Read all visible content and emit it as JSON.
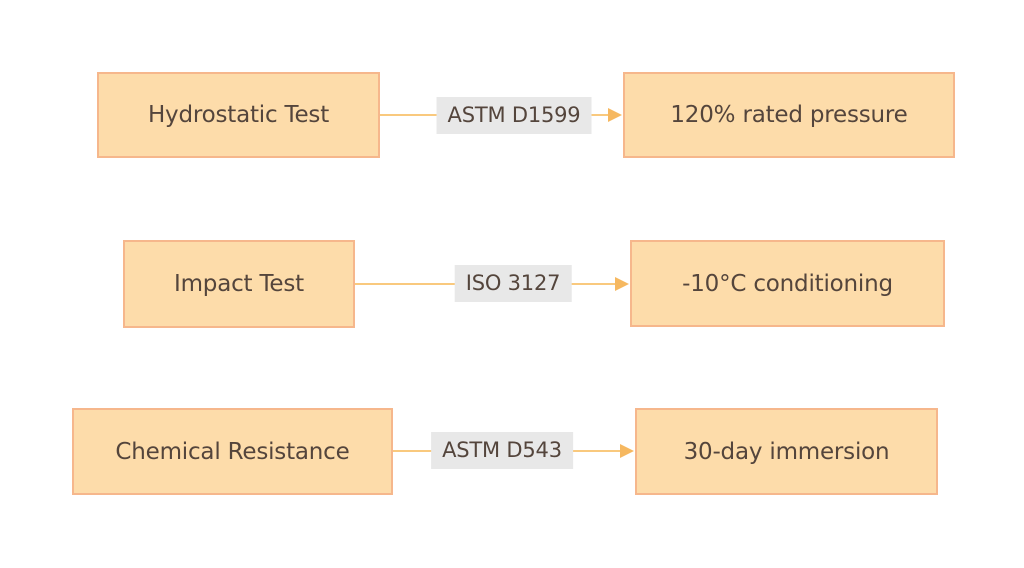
{
  "page": {
    "background": "#ffffff"
  },
  "palette": {
    "box_fill": "#fddcaa",
    "box_border": "#f6b78c",
    "arrow_line": "#f9c97e",
    "arrow_head": "#f6b860",
    "label_background": "#e8e8e8",
    "text": "#54453c"
  },
  "diagram": {
    "type": "flowchart",
    "rows": [
      {
        "test": "Hydrostatic Test",
        "standard": "ASTM D1599",
        "condition": "120% rated pressure"
      },
      {
        "test": "Impact Test",
        "standard": "ISO 3127",
        "condition": "-10°C conditioning"
      },
      {
        "test": "Chemical Resistance",
        "standard": "ASTM D543",
        "condition": "30-day immersion"
      }
    ]
  }
}
